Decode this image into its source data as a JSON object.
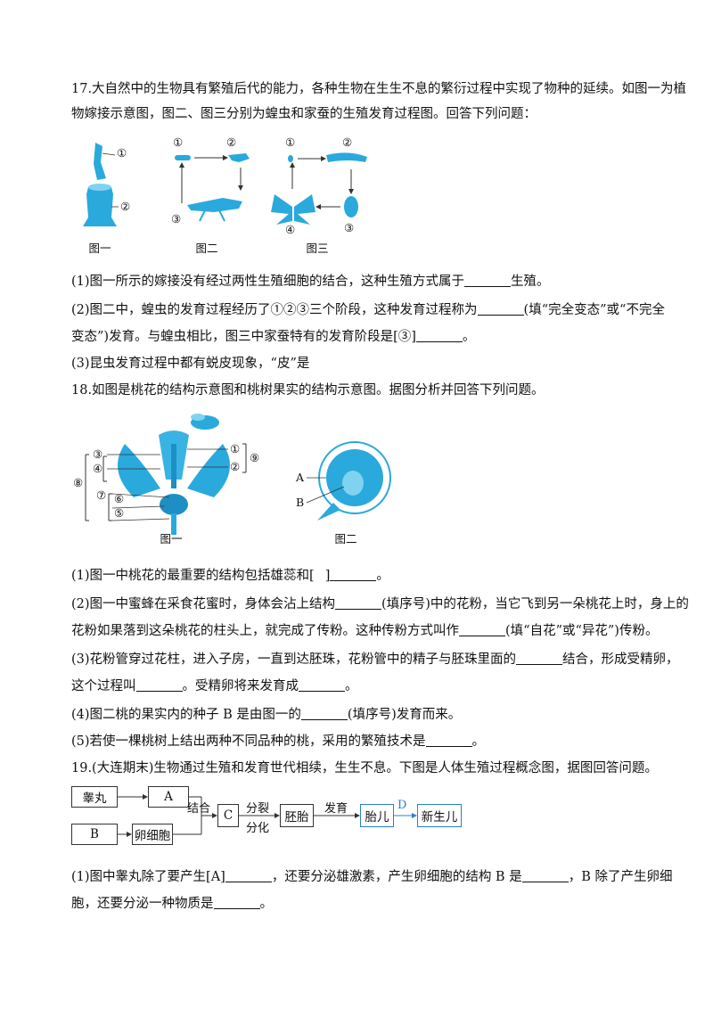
{
  "q17": {
    "intro_l1": "17.大自然中的生物具有繁殖后代的能力，各种生物在生生不息的繁衍过程中实现了物种的延续。如图一为植",
    "intro_l2": "物嫁接示意图，图二、图三分别为蝗虫和家蚕的生殖发育过程图。回答下列问题：",
    "fig1": {
      "caption": "图一",
      "label1": "①",
      "label2": "②"
    },
    "fig2": {
      "caption": "图二",
      "label1": "①",
      "label2": "②",
      "label3": "③"
    },
    "fig3": {
      "caption": "图三",
      "label1": "①",
      "label2": "②",
      "label3": "③",
      "label4": "④"
    },
    "p1_a": "(1)图一所示的嫁接没有经过两性生殖细胞的结合，这种生殖方式属于",
    "p1_b": "生殖。",
    "p2_a": "(2)图二中，蝗虫的发育过程经历了①②③三个阶段，这种发育过程称为",
    "p2_b": "(填“完全变态”或“不完全",
    "p2_c": "变态”)发育。与蝗虫相比，图三中家蚕特有的发育阶段是[③]",
    "p2_d": "。",
    "p3": "(3)昆虫发育过程中都有蜕皮现象，“皮”是"
  },
  "q18": {
    "intro": "18.如图是桃花的结构示意图和桃树果实的结构示意图。据图分析并回答下列问题。",
    "fig1": {
      "caption": "图一",
      "l1": "①",
      "l2": "②",
      "l3": "③",
      "l4": "④",
      "l5": "⑤",
      "l6": "⑥",
      "l7": "⑦",
      "l8": "⑧",
      "l9": "⑨"
    },
    "fig2": {
      "caption": "图二",
      "la": "A",
      "lb": "B"
    },
    "p1_a": "(1)图一中桃花的最重要的结构包括雄蕊和[",
    "p1_b": "]",
    "p1_c": "。",
    "p2_a": "(2)图一中蜜蜂在采食花蜜时，身体会沾上结构",
    "p2_b": "(填序号)中的花粉，当它飞到另一朵桃花上时，身上的",
    "p2_c": "花粉如果落到这朵桃花的柱头上，就完成了传粉。这种传粉方式叫作",
    "p2_d": "(填“自花”或“异花”)传粉。",
    "p3_a": "(3)花粉管穿过花柱，进入子房，一直到达胚珠，花粉管中的精子与胚珠里面的",
    "p3_b": "结合，形成受精卵，",
    "p3_c": "这个过程叫",
    "p3_d": "。受精卵将来发育成",
    "p3_e": "。",
    "p4_a": "(4)图二桃的果实内的种子 B 是由图一的",
    "p4_b": "(填序号)发育而来。",
    "p5_a": "(5)若使一棵桃树上结出两种不同品种的桃，采用的繁殖技术是",
    "p5_b": "。"
  },
  "q19": {
    "intro": "19.(大连期末)生物通过生殖和发育世代相续，生生不息。下图是人体生殖过程概念图，据图回答问题。",
    "diagram": {
      "testis": "睾丸",
      "a": "A",
      "b": "B",
      "egg": "卵细胞",
      "combine": "结合",
      "c": "C",
      "divide": "分裂",
      "differentiate": "分化",
      "embryo": "胚胎",
      "develop": "发育",
      "fetus": "胎儿",
      "d": "D",
      "newborn": "新生儿"
    },
    "p1_a": "(1)图中睾丸除了要产生[A]",
    "p1_b": "，还要分泌雄激素，产生卵细胞的结构 B 是",
    "p1_c": "，B 除了产生卵细",
    "p1_d": "胞，还要分泌一种物质是",
    "p1_e": "。"
  }
}
